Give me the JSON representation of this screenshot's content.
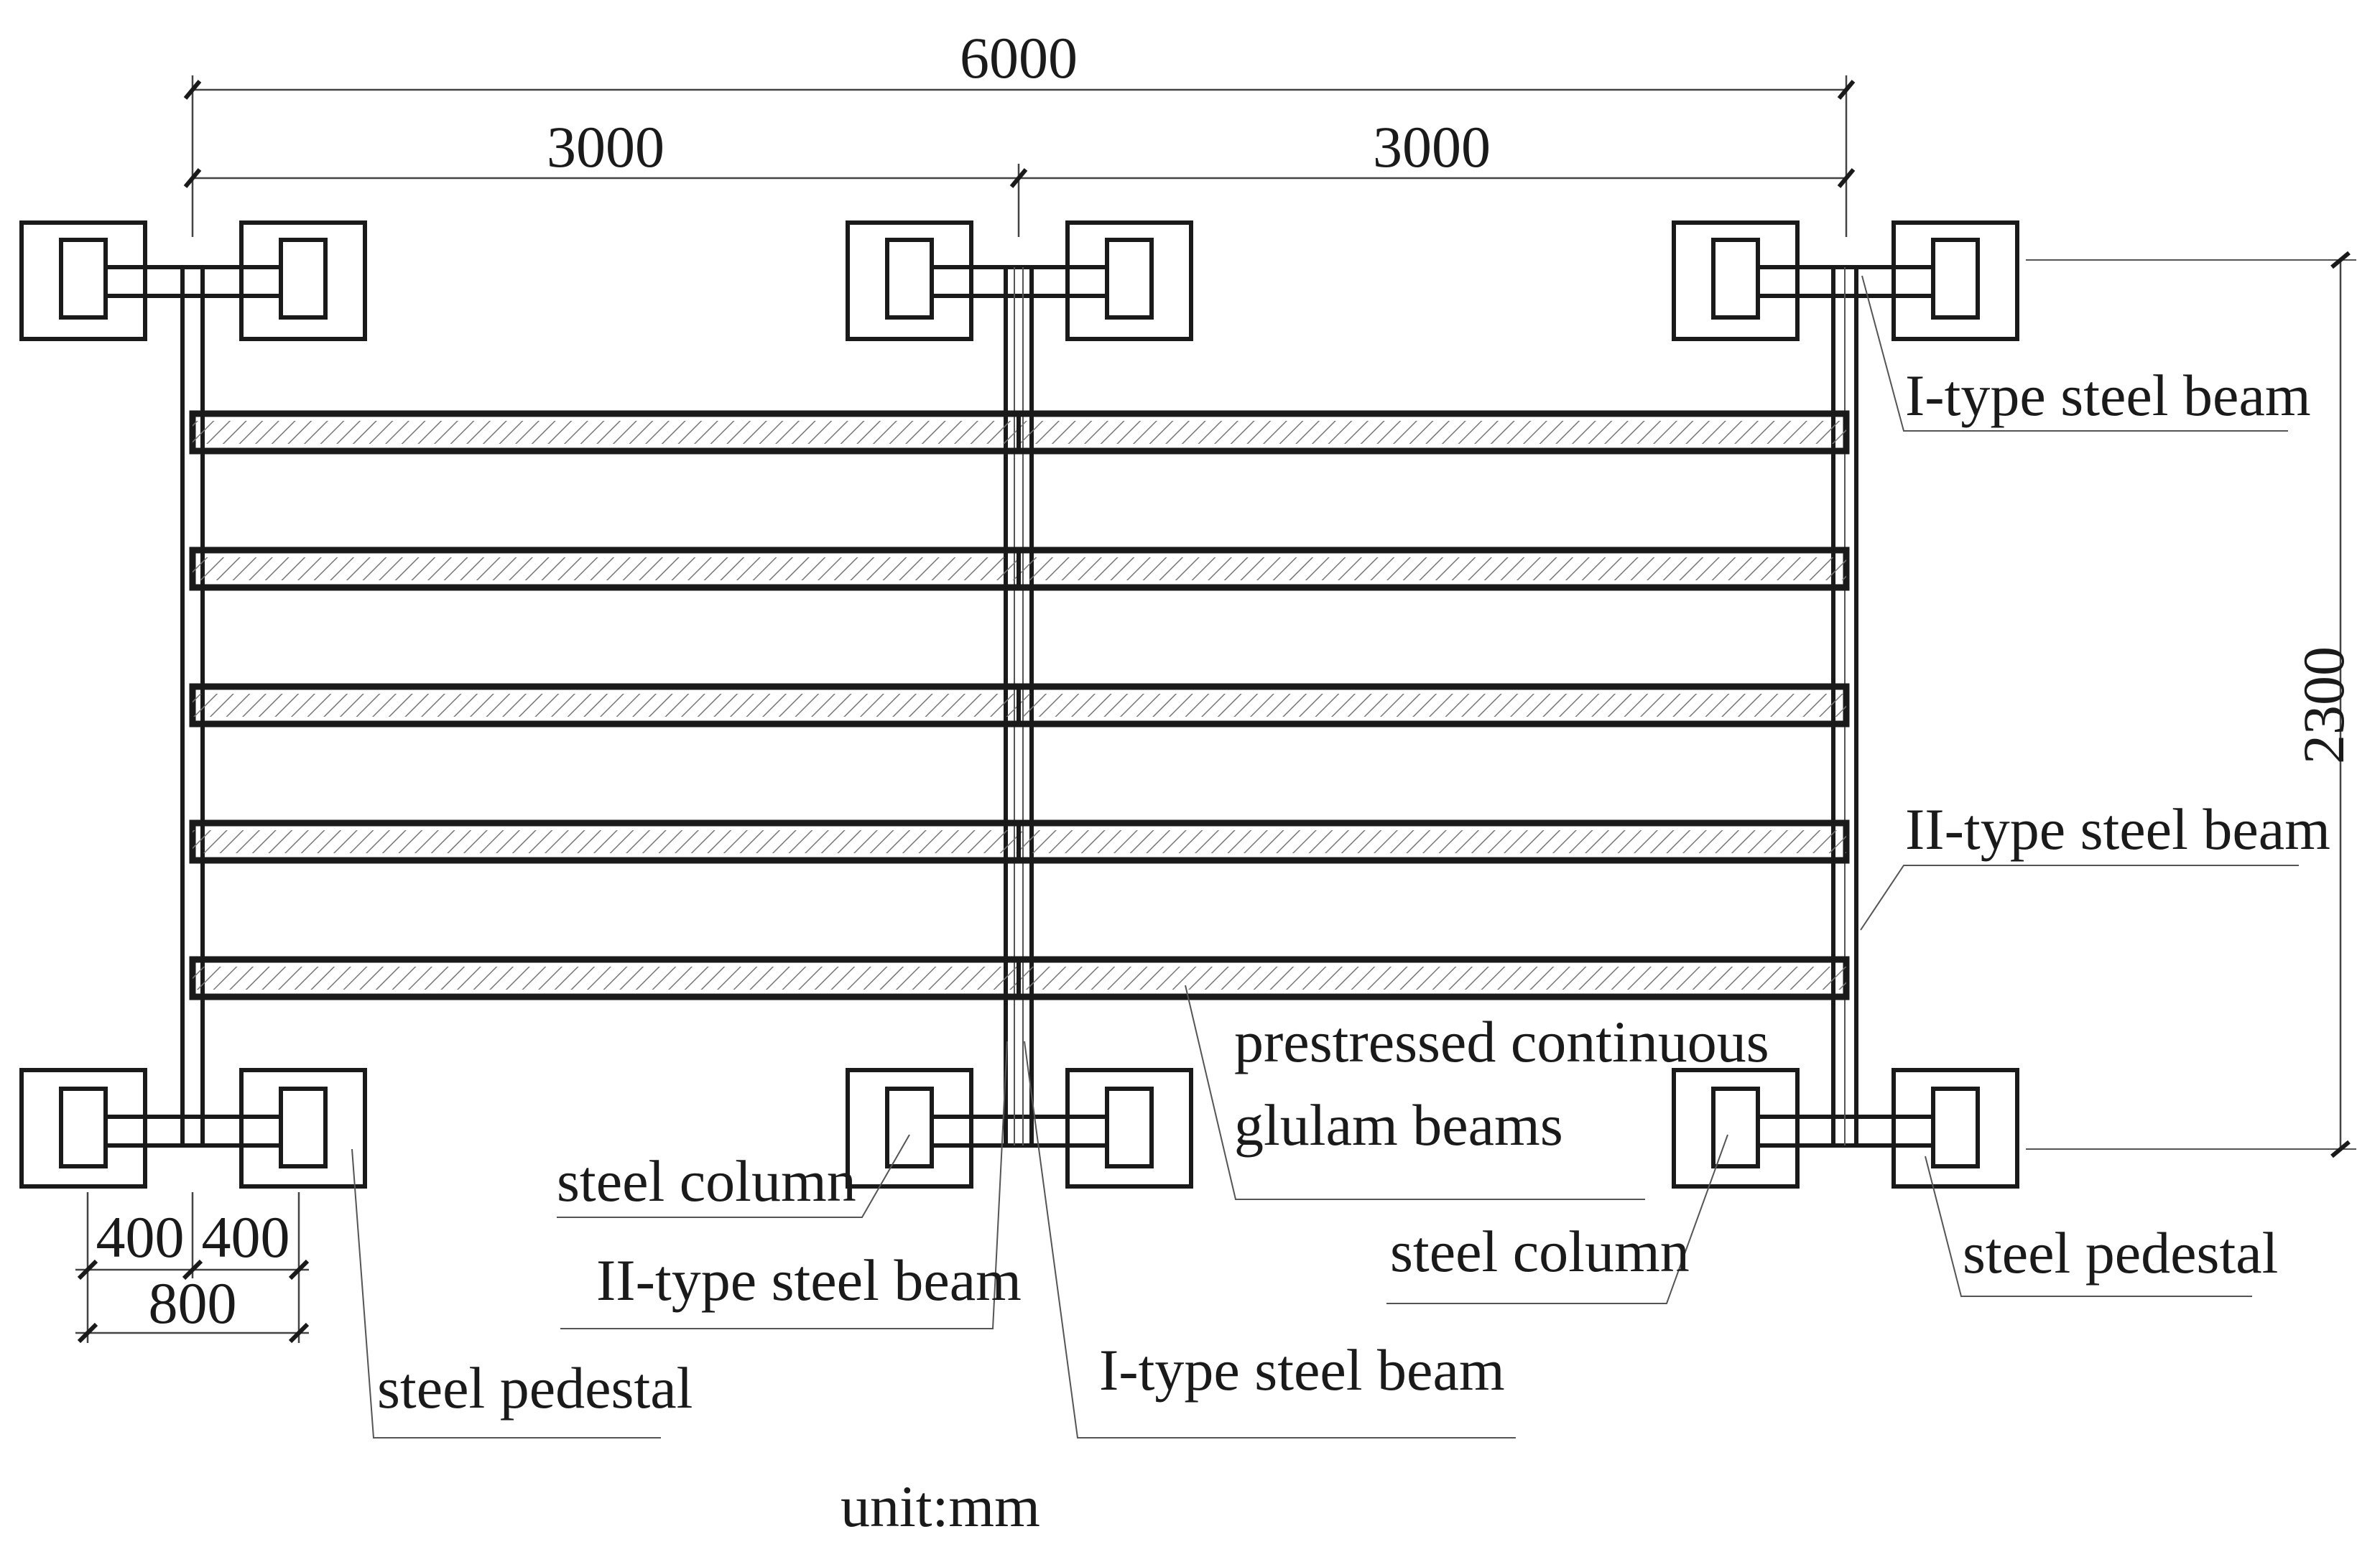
{
  "dimensions": {
    "overall_length": "6000",
    "span_left": "3000",
    "span_right": "3000",
    "width": "2300",
    "pedestal_half_left": "400",
    "pedestal_half_right": "400",
    "pedestal_total": "800"
  },
  "labels": {
    "i_beam_top_right": "I-type steel beam",
    "ii_beam_right": "II-type steel beam",
    "glulam_line1": "prestressed continuous",
    "glulam_line2": "glulam beams",
    "steel_column_left": "steel column",
    "ii_beam_center": "II-type steel beam",
    "steel_pedestal_left": "steel pedestal",
    "i_beam_center": "I-type steel beam",
    "steel_column_right": "steel column",
    "steel_pedestal_right": "steel pedestal"
  },
  "unit": "unit:mm",
  "glulam_beam_count": 5,
  "colors": {
    "line": "#1a1a1a",
    "hatch": "#666666",
    "background": "#ffffff"
  }
}
